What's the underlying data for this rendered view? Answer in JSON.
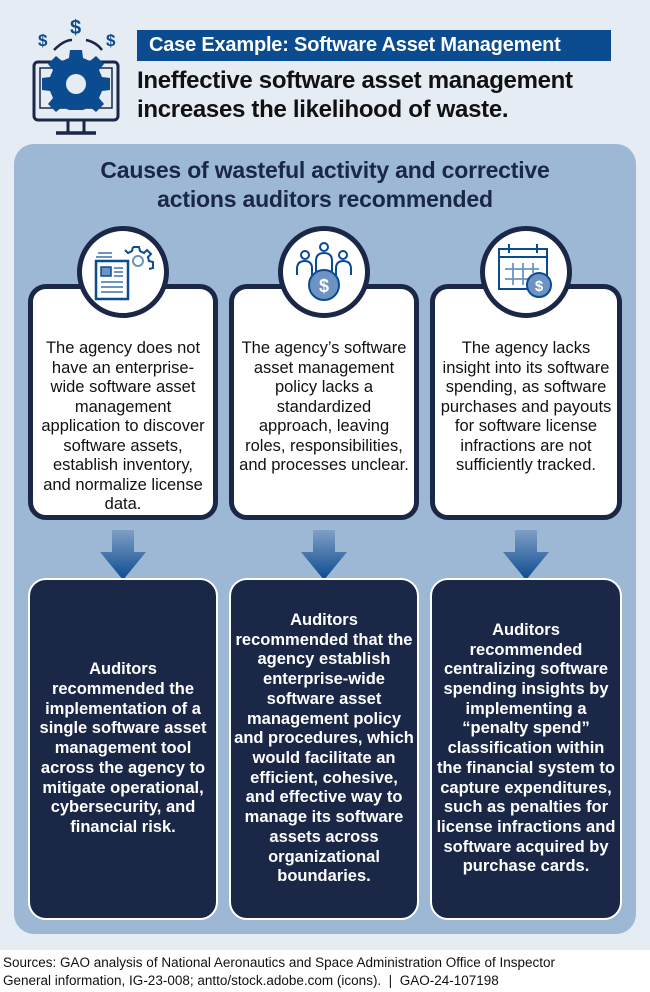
{
  "header": {
    "case_label": "Case Example: Software Asset Management",
    "headline": "Ineffective software asset management increases the likelihood of waste.",
    "icon": "monitor-gear-dollar-icon"
  },
  "panel": {
    "title_line1": "Causes of wasteful activity and corrective",
    "title_line2": "actions auditors recommended"
  },
  "causes": [
    {
      "icon": "document-gear-icon",
      "text": "The agency does not have an enterprise-wide software asset management application to discover software assets, establish inventory, and normalize license data."
    },
    {
      "icon": "people-dollar-icon",
      "text": "The agency’s software asset management policy lacks a standardized approach, leaving roles, responsibilities, and processes unclear."
    },
    {
      "icon": "calendar-dollar-icon",
      "text": "The agency lacks insight into its software spending, as software purchases and payouts for software license infractions are not sufficiently tracked."
    }
  ],
  "recommendations": [
    {
      "text": "Auditors recommended the implementation of a single software asset management tool across the agency to mitigate operational, cybersecurity, and financial risk."
    },
    {
      "text": "Auditors recommended that the agency establish enterprise-wide software asset management policy and procedures, which would facilitate an efficient, cohesive, and effective way to manage its software assets across organizational boundaries."
    },
    {
      "text": "Auditors recommended centralizing software spending insights by implementing a “penalty spend” classification within the financial system to capture expenditures, such as penalties for license infractions and software acquired by purchase cards."
    }
  ],
  "footer": {
    "sources_line1": "Sources: GAO analysis of National Aeronautics and Space Administration Office of Inspector",
    "sources_line2": "General information, IG-23-008; antto/stock.adobe.com (icons).  |  GAO-24-107198"
  },
  "colors": {
    "background": "#e6ecf4",
    "panel": "#9cb8d4",
    "navy": "#1a2747",
    "accent_blue": "#0b4b8f",
    "icon_fill": "#6d93c2"
  }
}
